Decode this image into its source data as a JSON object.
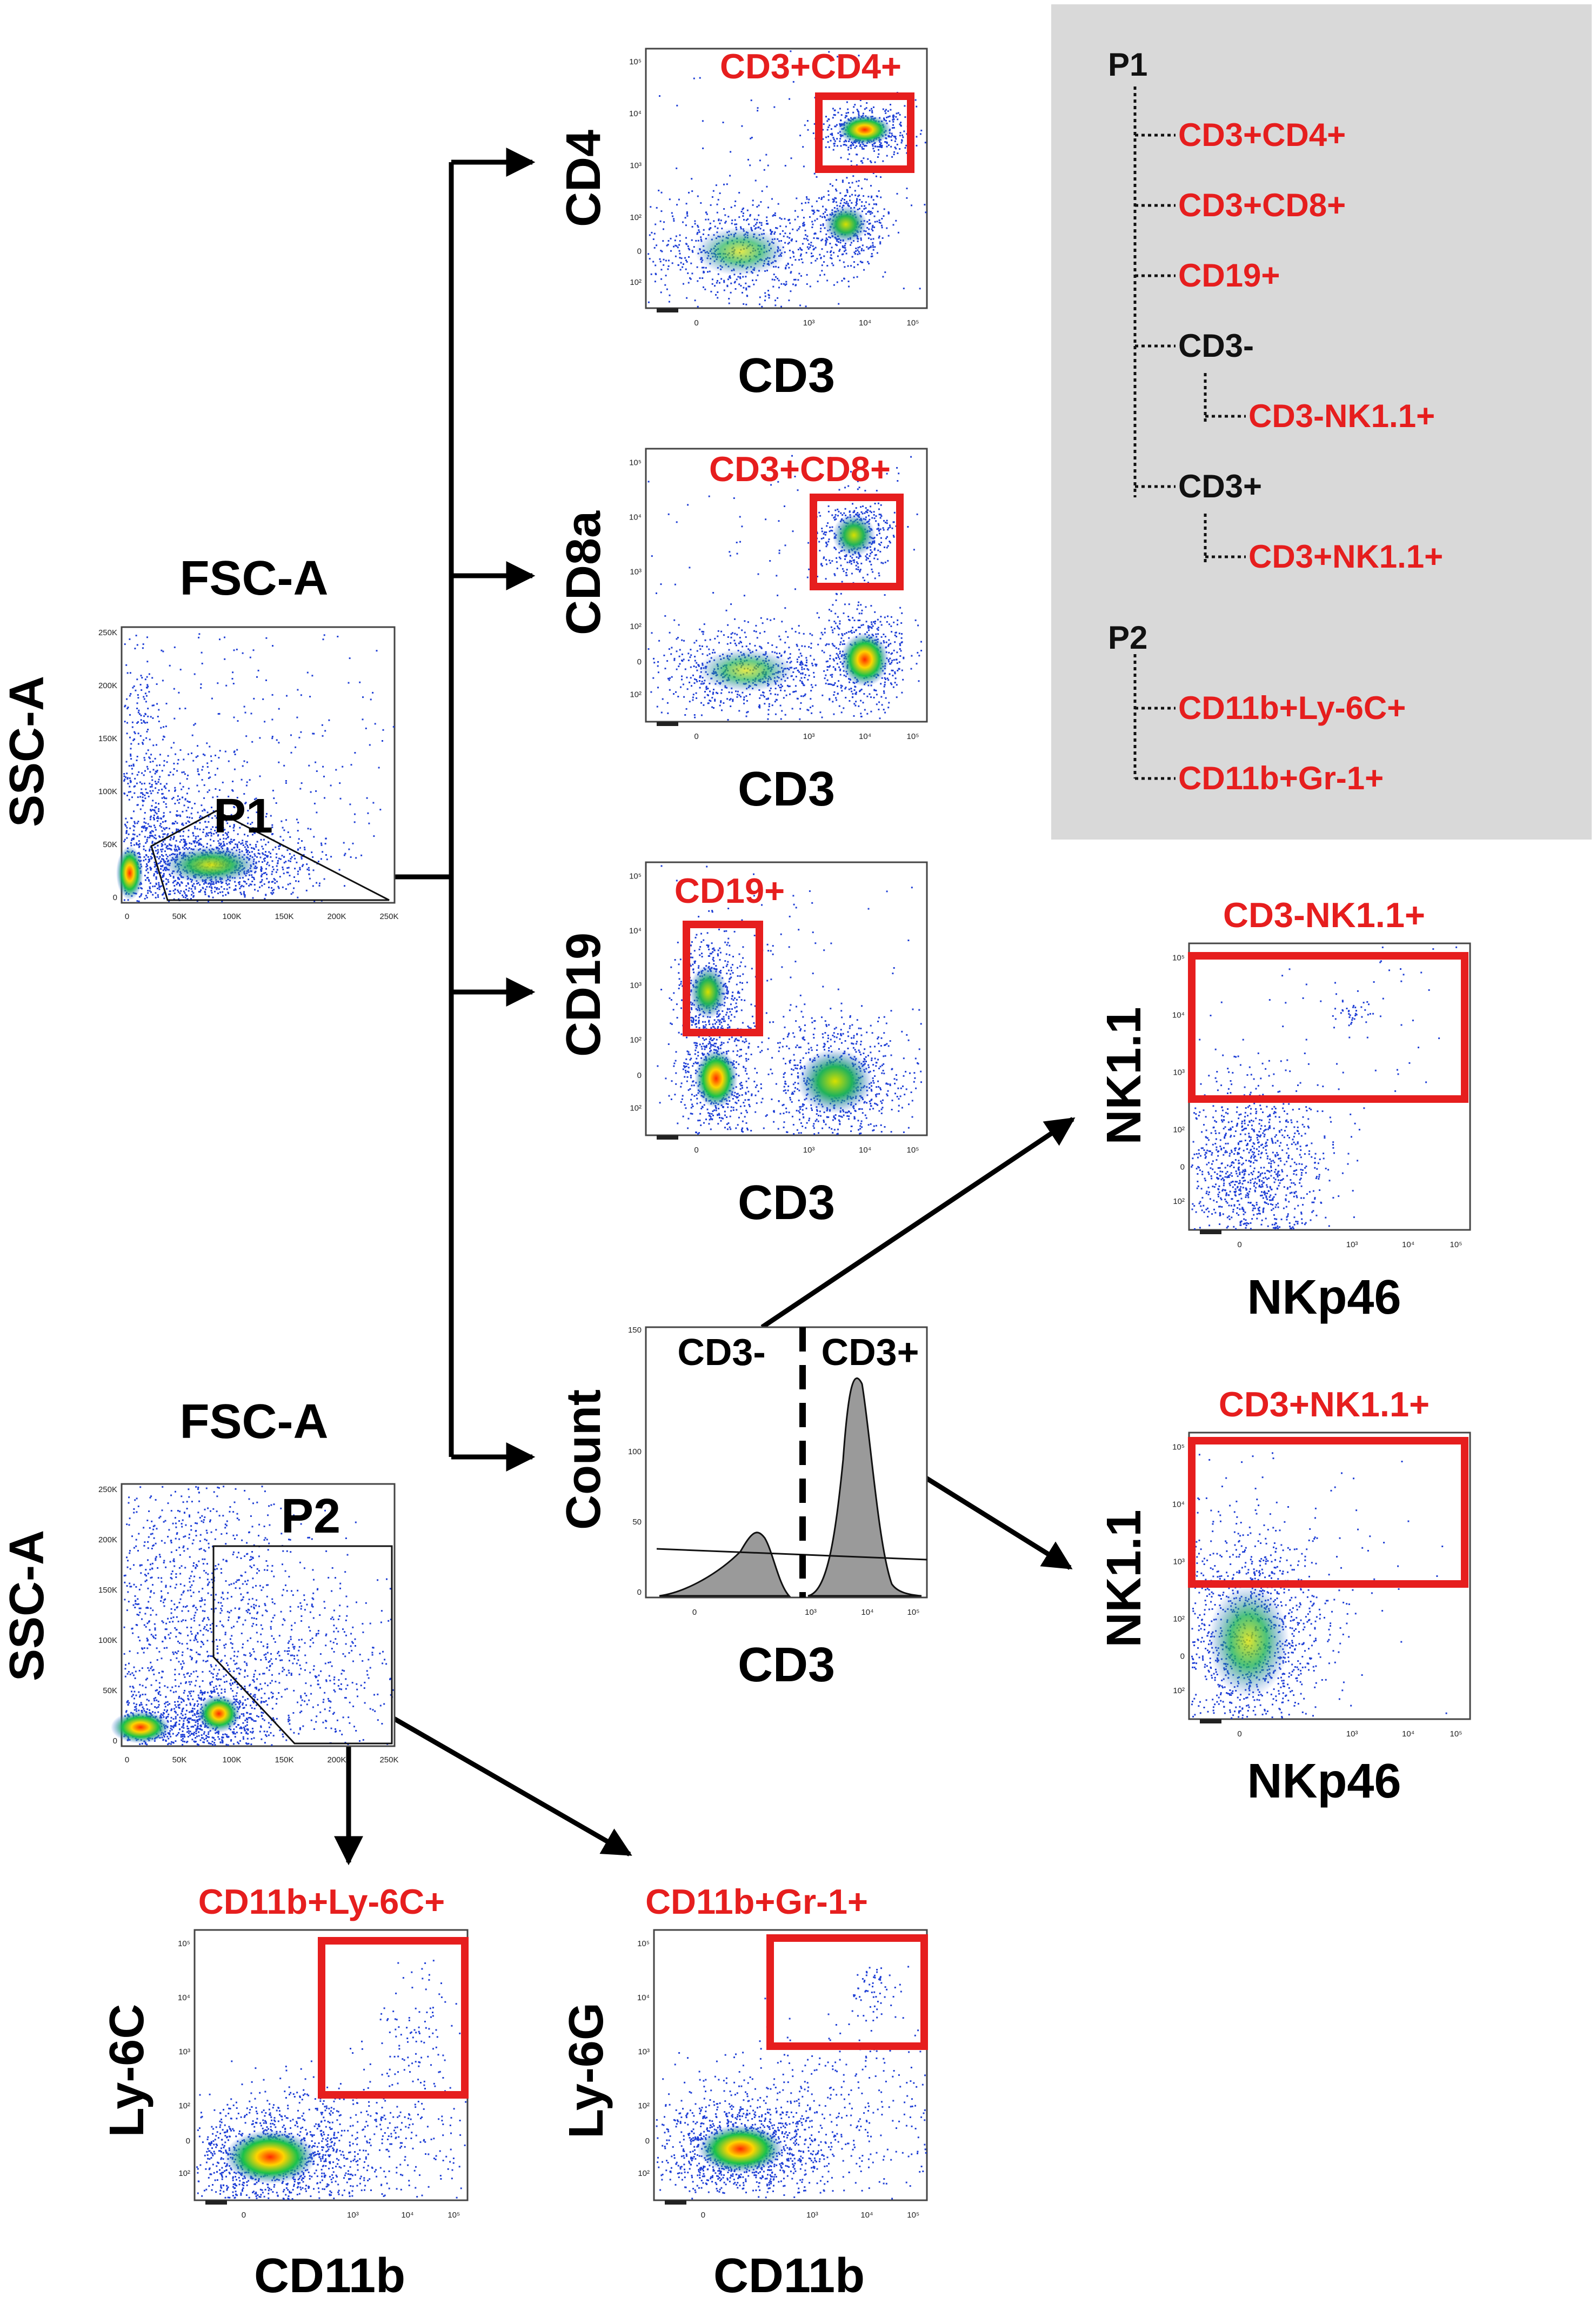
{
  "panels": {
    "p1_scatter": {
      "title": "FSC-A",
      "ylabel": "SSC-A",
      "gate": "P1",
      "x_ticks": [
        "0",
        "50K",
        "100K",
        "150K",
        "200K",
        "250K"
      ],
      "y_ticks": [
        "0",
        "50K",
        "100K",
        "150K",
        "200K",
        "250K"
      ]
    },
    "p2_scatter": {
      "title": "FSC-A",
      "ylabel": "SSC-A",
      "gate": "P2",
      "x_ticks": [
        "0",
        "50K",
        "100K",
        "150K",
        "200K",
        "250K"
      ],
      "y_ticks": [
        "0",
        "50K",
        "100K",
        "150K",
        "200K",
        "250K"
      ]
    },
    "cd4": {
      "gate": "CD3+CD4+",
      "xlabel": "CD3",
      "ylabel": "CD4"
    },
    "cd8": {
      "gate": "CD3+CD8+",
      "xlabel": "CD3",
      "ylabel": "CD8a"
    },
    "cd19": {
      "gate": "CD19+",
      "xlabel": "CD3",
      "ylabel": "CD19"
    },
    "hist": {
      "xlabel": "CD3",
      "ylabel": "Count",
      "neg": "CD3-",
      "pos": "CD3+",
      "y_ticks": [
        "0",
        "50",
        "100",
        "150"
      ]
    },
    "nk_neg": {
      "gate": "CD3-NK1.1+",
      "xlabel": "NKp46",
      "ylabel": "NK1.1"
    },
    "nk_pos": {
      "gate": "CD3+NK1.1+",
      "xlabel": "NKp46",
      "ylabel": "NK1.1"
    },
    "ly6c": {
      "gate": "CD11b+Ly-6C+",
      "xlabel": "CD11b",
      "ylabel": "Ly-6C"
    },
    "gr1": {
      "gate": "CD11b+Gr-1+",
      "xlabel": "CD11b",
      "ylabel": "Ly-6G"
    }
  },
  "log_ticks": {
    "x": [
      "0",
      "10³",
      "10⁴",
      "10⁵"
    ],
    "y": [
      "10⁵",
      "10⁴",
      "10³",
      "10²",
      "0",
      "10²"
    ]
  },
  "hierarchy": [
    {
      "text": "P1",
      "level": 0,
      "red": false
    },
    {
      "text": "CD3+CD4+",
      "level": 1,
      "red": true
    },
    {
      "text": "CD3+CD8+",
      "level": 1,
      "red": true
    },
    {
      "text": "CD19+",
      "level": 1,
      "red": true
    },
    {
      "text": "CD3-",
      "level": 1,
      "red": false
    },
    {
      "text": "CD3-NK1.1+",
      "level": 2,
      "red": true
    },
    {
      "text": "CD3+",
      "level": 1,
      "red": false
    },
    {
      "text": "CD3+NK1.1+",
      "level": 2,
      "red": true
    },
    {
      "text": "P2",
      "level": 0,
      "red": false
    },
    {
      "text": "CD11b+Ly-6C+",
      "level": 1,
      "red": true
    },
    {
      "text": "CD11b+Gr-1+",
      "level": 1,
      "red": true
    }
  ],
  "colors": {
    "gate_red": "#e61e1e",
    "box_gray": "#d9d9d9",
    "dots": "#1f3fd6"
  }
}
